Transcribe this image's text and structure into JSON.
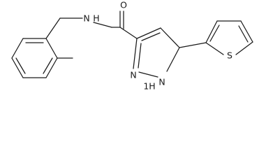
{
  "molecule": {
    "atom_labels": {
      "carbonyl_oxygen": "O",
      "amide_nitrogen": "N",
      "amide_hydrogen": "H",
      "pyrazole_n2": "N",
      "pyrazole_n1": "N",
      "pyrazole_n1_h": "1H",
      "thiophene_sulfur": "S"
    }
  }
}
